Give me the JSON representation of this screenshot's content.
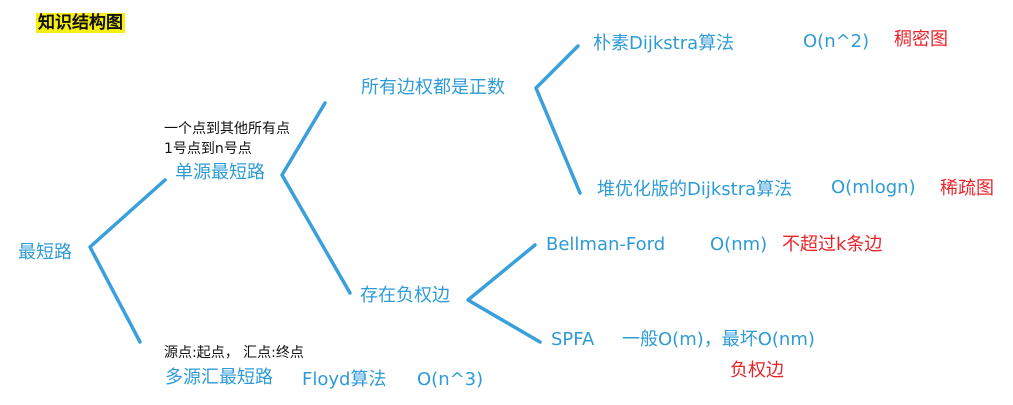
{
  "title": "知识结构图",
  "root": "最短路",
  "single_source": {
    "label": "单源最短路",
    "note_line1": "一个点到其他所有点",
    "note_line2": "1号点到n号点",
    "positive": {
      "label": "所有边权都是正数",
      "dijkstra": {
        "name": "朴素Dijkstra算法",
        "complexity": "O(n^2)",
        "note": "稠密图"
      },
      "heap_dijkstra": {
        "name": "堆优化版的Dijkstra算法",
        "complexity": "O(mlogn)",
        "note": "稀疏图"
      }
    },
    "negative": {
      "label": "存在负权边",
      "bellman": {
        "name": "Bellman-Ford",
        "complexity": "O(nm)",
        "note": "不超过k条边"
      },
      "spfa": {
        "name": "SPFA",
        "complexity": "一般O(m)，最坏O(nm)",
        "note": "负权边"
      }
    }
  },
  "multi_source": {
    "label": "多源汇最短路",
    "note": "源点:起点，  汇点:终点",
    "floyd": {
      "name": "Floyd算法",
      "complexity": "O(n^3)"
    }
  },
  "colors": {
    "node": "#2f9bd6",
    "link": "#3aa0dc",
    "note": "#e8242a",
    "title_bg": "#f7ef12"
  }
}
